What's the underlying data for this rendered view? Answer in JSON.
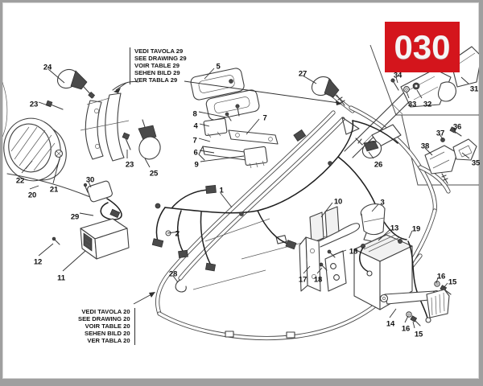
{
  "page": {
    "badge_number": "030",
    "background": "#ffffff",
    "border_color": "#9f9f9f",
    "line_color": "#3f3f3f",
    "accent_red": "#d4151c"
  },
  "notes": {
    "top": {
      "lines": [
        "VEDI TAVOLA 29",
        "SEE DRAWING 29",
        "VOIR TABLE 29",
        "SEHEN BILD 29",
        "VER TABLA 29"
      ]
    },
    "bottom": {
      "lines": [
        "VEDI TAVOLA 20",
        "SEE DRAWING 20",
        "VOIR TABLE 20",
        "SEHEN BILD 20",
        "VER TABLA 20"
      ]
    }
  },
  "part_labels": [
    {
      "n": "1"
    },
    {
      "n": "2"
    },
    {
      "n": "3"
    },
    {
      "n": "4"
    },
    {
      "n": "5"
    },
    {
      "n": "6"
    },
    {
      "n": "7"
    },
    {
      "n": "7"
    },
    {
      "n": "8"
    },
    {
      "n": "9"
    },
    {
      "n": "10"
    },
    {
      "n": "11"
    },
    {
      "n": "12"
    },
    {
      "n": "13"
    },
    {
      "n": "14"
    },
    {
      "n": "15"
    },
    {
      "n": "15"
    },
    {
      "n": "16"
    },
    {
      "n": "16"
    },
    {
      "n": "17"
    },
    {
      "n": "18"
    },
    {
      "n": "18"
    },
    {
      "n": "19"
    },
    {
      "n": "20"
    },
    {
      "n": "21"
    },
    {
      "n": "22"
    },
    {
      "n": "23"
    },
    {
      "n": "23"
    },
    {
      "n": "24"
    },
    {
      "n": "25"
    },
    {
      "n": "26"
    },
    {
      "n": "27"
    },
    {
      "n": "28"
    },
    {
      "n": "29"
    },
    {
      "n": "30"
    },
    {
      "n": "31"
    },
    {
      "n": "32"
    },
    {
      "n": "33"
    },
    {
      "n": "34"
    },
    {
      "n": "35"
    },
    {
      "n": "36"
    },
    {
      "n": "37"
    },
    {
      "n": "38"
    }
  ]
}
